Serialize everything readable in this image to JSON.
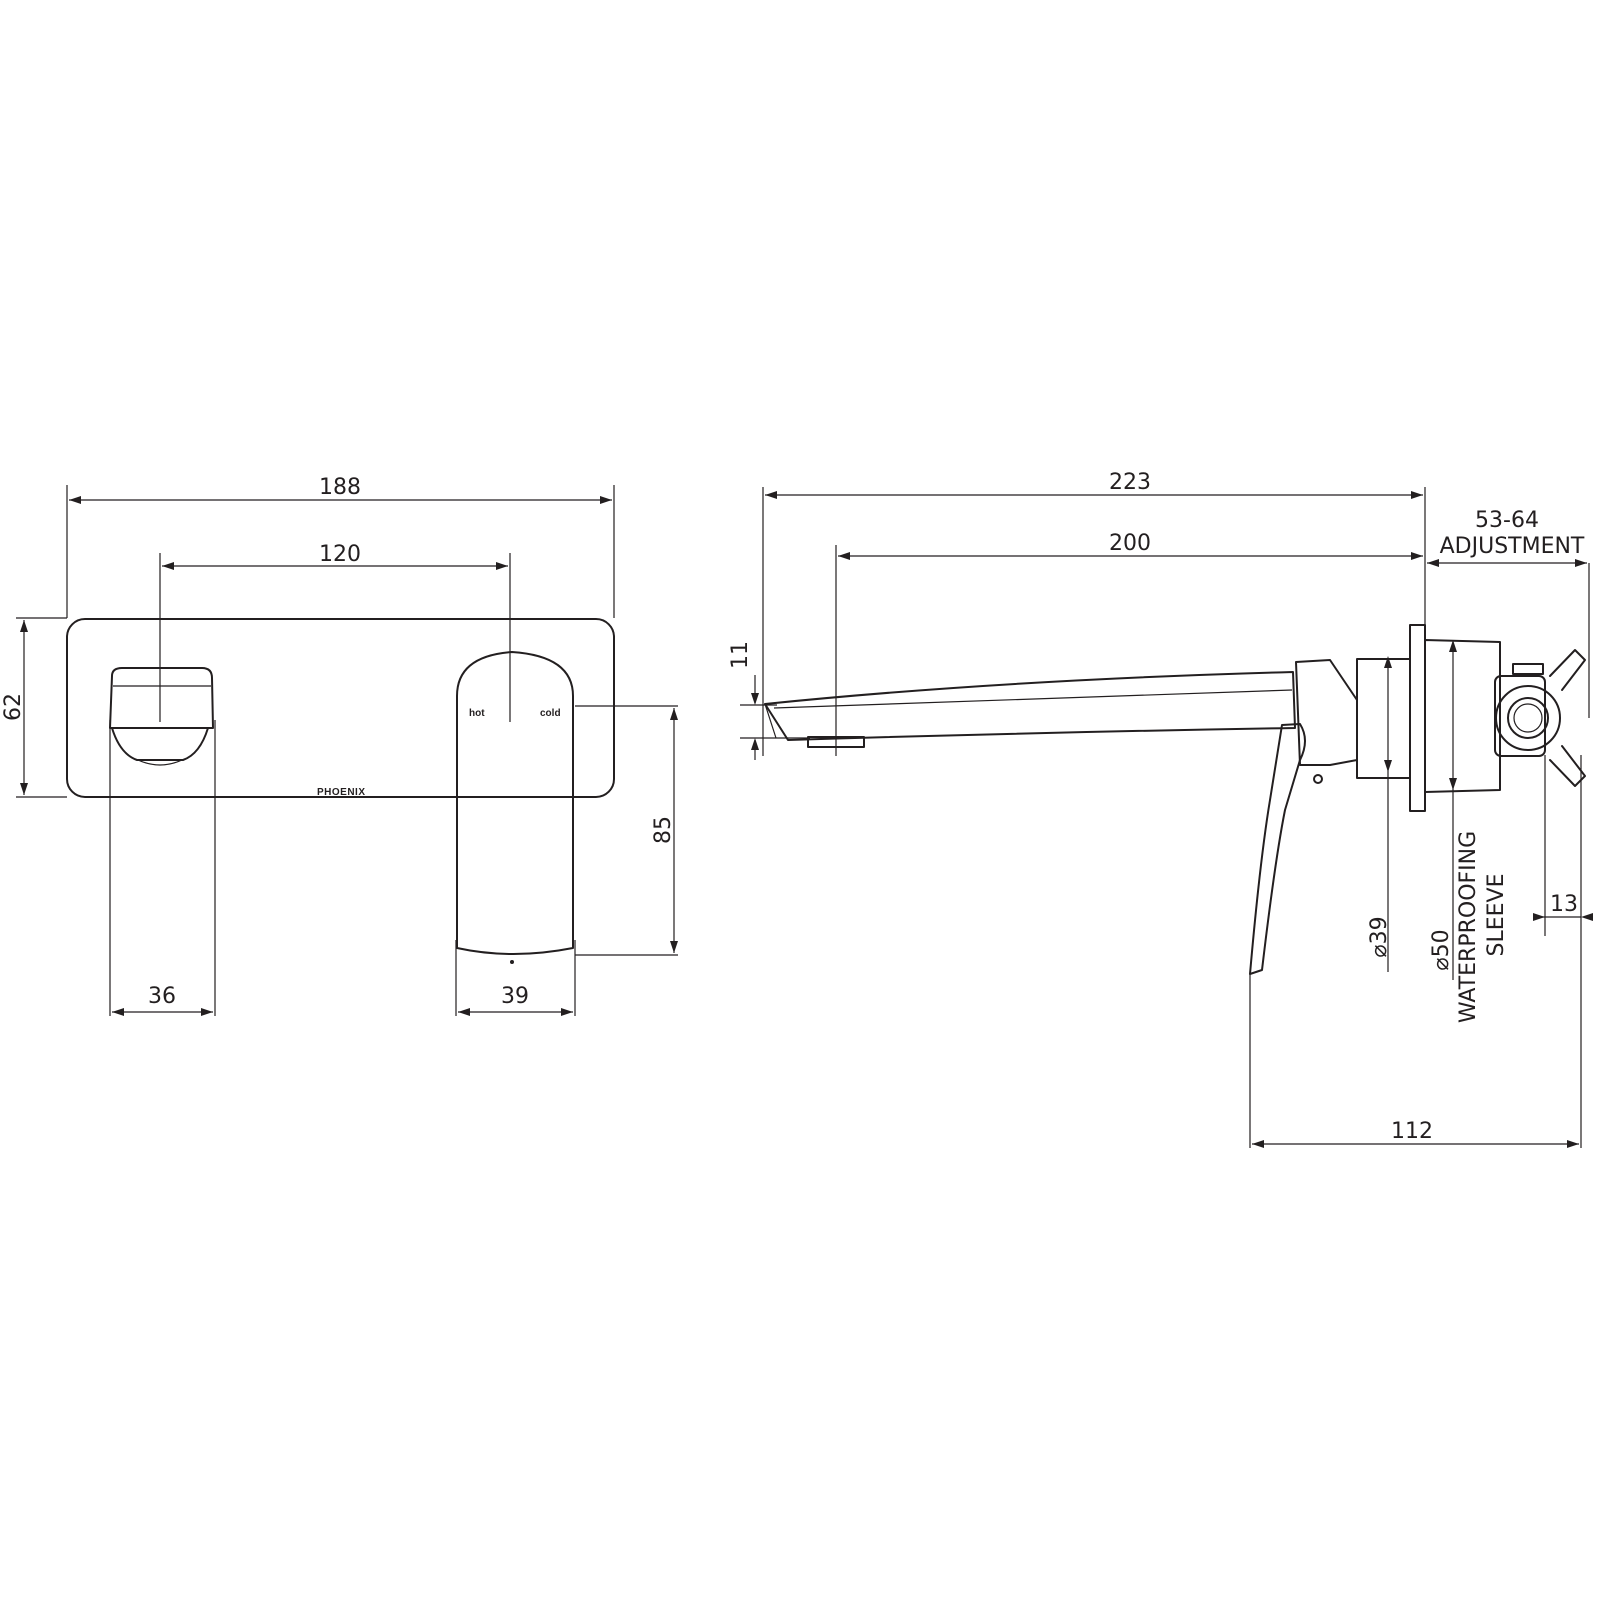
{
  "front_view": {
    "overall_width": "188",
    "centres": "120",
    "height": "62",
    "spout_projection": "85",
    "handle_width": "36",
    "spout_width": "39",
    "hot_label": "hot",
    "cold_label": "cold",
    "brand": "PHOENIX"
  },
  "side_view": {
    "overall_length": "223",
    "spout_reach": "200",
    "adjustment_value": "53-64",
    "adjustment_label": "ADJUSTMENT",
    "spout_outlet_height": "11",
    "lever_length": "112",
    "plate_thickness": "13",
    "body_diameter": "⌀39",
    "sleeve_diameter": "⌀50",
    "sleeve_label_line1": "WATERPROOFING",
    "sleeve_label_line2": "SLEEVE"
  }
}
